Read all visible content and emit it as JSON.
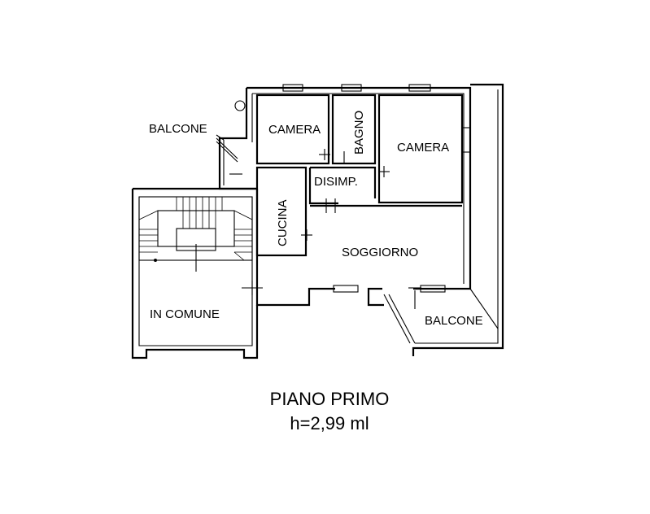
{
  "rooms": {
    "balcone_left": "BALCONE",
    "camera_left": "CAMERA",
    "bagno": "BAGNO",
    "camera_right": "CAMERA",
    "disimpegno": "DISIMP.",
    "cucina": "CUCINA",
    "soggiorno": "SOGGIORNO",
    "in_comune": "IN COMUNE",
    "balcone_right": "BALCONE"
  },
  "caption": {
    "floor": "PIANO PRIMO",
    "height": "h=2,99 ml"
  }
}
